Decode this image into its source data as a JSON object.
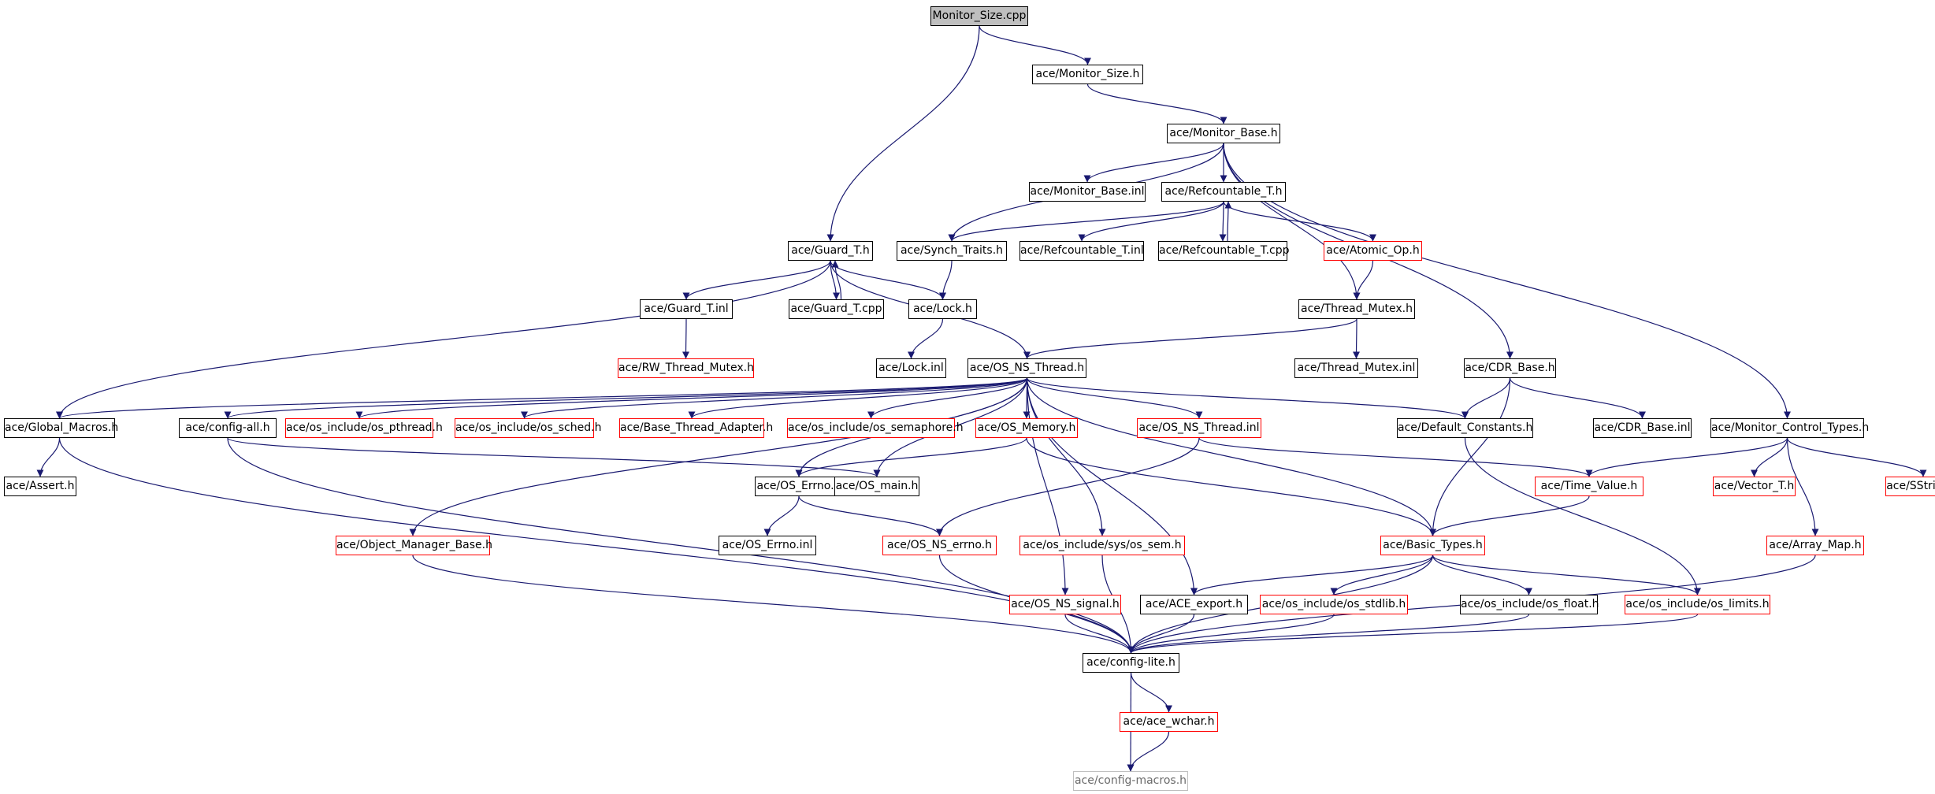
{
  "diagram": {
    "colors": {
      "edge": "#191970",
      "box_border": "#000000",
      "missing_border": "#ff0000",
      "root_fill": "#bfbfbf",
      "macro_border": "#bfbfbf"
    },
    "nodes": {
      "monitor_size_cpp": {
        "label": "Monitor_Size.cpp",
        "style": "root"
      },
      "monitor_size_h": {
        "label": "ace/Monitor_Size.h",
        "style": "normal"
      },
      "monitor_base_h": {
        "label": "ace/Monitor_Base.h",
        "style": "normal"
      },
      "monitor_base_inl": {
        "label": "ace/Monitor_Base.inl",
        "style": "normal"
      },
      "refcountable_t_h": {
        "label": "ace/Refcountable_T.h",
        "style": "normal"
      },
      "guard_t_h": {
        "label": "ace/Guard_T.h",
        "style": "normal"
      },
      "synch_traits_h": {
        "label": "ace/Synch_Traits.h",
        "style": "normal"
      },
      "refcountable_t_inl": {
        "label": "ace/Refcountable_T.inl",
        "style": "normal"
      },
      "refcountable_t_cpp": {
        "label": "ace/Refcountable_T.cpp",
        "style": "normal"
      },
      "atomic_op_h": {
        "label": "ace/Atomic_Op.h",
        "style": "missing"
      },
      "guard_t_inl": {
        "label": "ace/Guard_T.inl",
        "style": "normal"
      },
      "guard_t_cpp": {
        "label": "ace/Guard_T.cpp",
        "style": "normal"
      },
      "lock_h": {
        "label": "ace/Lock.h",
        "style": "normal"
      },
      "thread_mutex_h": {
        "label": "ace/Thread_Mutex.h",
        "style": "normal"
      },
      "rw_thread_mutex_h": {
        "label": "ace/RW_Thread_Mutex.h",
        "style": "missing"
      },
      "lock_inl": {
        "label": "ace/Lock.inl",
        "style": "normal"
      },
      "os_ns_thread_h": {
        "label": "ace/OS_NS_Thread.h",
        "style": "normal"
      },
      "thread_mutex_inl": {
        "label": "ace/Thread_Mutex.inl",
        "style": "normal"
      },
      "cdr_base_h": {
        "label": "ace/CDR_Base.h",
        "style": "normal"
      },
      "global_macros_h": {
        "label": "ace/Global_Macros.h",
        "style": "normal"
      },
      "config_all_h": {
        "label": "ace/config-all.h",
        "style": "normal"
      },
      "os_pthread_h": {
        "label": "ace/os_include/os_pthread.h",
        "style": "missing"
      },
      "os_sched_h": {
        "label": "ace/os_include/os_sched.h",
        "style": "missing"
      },
      "base_thread_adapter_h": {
        "label": "ace/Base_Thread_Adapter.h",
        "style": "missing"
      },
      "os_semaphore_h": {
        "label": "ace/os_include/os_semaphore.h",
        "style": "missing"
      },
      "os_memory_h": {
        "label": "ace/OS_Memory.h",
        "style": "missing"
      },
      "os_ns_thread_inl": {
        "label": "ace/OS_NS_Thread.inl",
        "style": "missing"
      },
      "default_constants_h": {
        "label": "ace/Default_Constants.h",
        "style": "normal"
      },
      "cdr_base_inl": {
        "label": "ace/CDR_Base.inl",
        "style": "normal"
      },
      "monitor_control_types_h": {
        "label": "ace/Monitor_Control_Types.h",
        "style": "normal"
      },
      "assert_h": {
        "label": "ace/Assert.h",
        "style": "normal"
      },
      "os_errno_h": {
        "label": "ace/OS_Errno.h",
        "style": "normal"
      },
      "os_main_h": {
        "label": "ace/OS_main.h",
        "style": "normal"
      },
      "time_value_h": {
        "label": "ace/Time_Value.h",
        "style": "missing"
      },
      "vector_t_h": {
        "label": "ace/Vector_T.h",
        "style": "missing"
      },
      "sstring_h": {
        "label": "ace/SString.h",
        "style": "missing"
      },
      "object_manager_base_h": {
        "label": "ace/Object_Manager_Base.h",
        "style": "missing"
      },
      "os_errno_inl": {
        "label": "ace/OS_Errno.inl",
        "style": "normal"
      },
      "os_ns_errno_h": {
        "label": "ace/OS_NS_errno.h",
        "style": "missing"
      },
      "os_sys_sem_h": {
        "label": "ace/os_include/sys/os_sem.h",
        "style": "missing"
      },
      "basic_types_h": {
        "label": "ace/Basic_Types.h",
        "style": "missing"
      },
      "array_map_h": {
        "label": "ace/Array_Map.h",
        "style": "missing"
      },
      "os_ns_signal_h": {
        "label": "ace/OS_NS_signal.h",
        "style": "missing"
      },
      "ace_export_h": {
        "label": "ace/ACE_export.h",
        "style": "normal"
      },
      "os_stdlib_h": {
        "label": "ace/os_include/os_stdlib.h",
        "style": "missing"
      },
      "os_float_h": {
        "label": "ace/os_include/os_float.h",
        "style": "normal"
      },
      "os_limits_h": {
        "label": "ace/os_include/os_limits.h",
        "style": "missing"
      },
      "config_lite_h": {
        "label": "ace/config-lite.h",
        "style": "normal"
      },
      "ace_wchar_h": {
        "label": "ace/ace_wchar.h",
        "style": "missing"
      },
      "config_macros_h": {
        "label": "ace/config-macros.h",
        "style": "macro"
      }
    },
    "edges": [
      [
        "monitor_size_cpp",
        "monitor_size_h"
      ],
      [
        "monitor_size_cpp",
        "guard_t_h"
      ],
      [
        "monitor_size_h",
        "monitor_base_h"
      ],
      [
        "monitor_base_h",
        "monitor_base_inl"
      ],
      [
        "monitor_base_h",
        "refcountable_t_h"
      ],
      [
        "monitor_base_h",
        "synch_traits_h"
      ],
      [
        "monitor_base_h",
        "thread_mutex_h"
      ],
      [
        "monitor_base_h",
        "cdr_base_h"
      ],
      [
        "monitor_base_h",
        "monitor_control_types_h"
      ],
      [
        "refcountable_t_h",
        "synch_traits_h"
      ],
      [
        "refcountable_t_h",
        "refcountable_t_inl"
      ],
      [
        "refcountable_t_h",
        "refcountable_t_cpp"
      ],
      [
        "refcountable_t_cpp",
        "refcountable_t_h"
      ],
      [
        "refcountable_t_h",
        "atomic_op_h"
      ],
      [
        "guard_t_h",
        "guard_t_inl"
      ],
      [
        "guard_t_h",
        "guard_t_cpp"
      ],
      [
        "guard_t_cpp",
        "guard_t_h"
      ],
      [
        "guard_t_h",
        "lock_h"
      ],
      [
        "guard_t_h",
        "os_ns_thread_h"
      ],
      [
        "guard_t_h",
        "global_macros_h"
      ],
      [
        "synch_traits_h",
        "lock_h"
      ],
      [
        "atomic_op_h",
        "thread_mutex_h"
      ],
      [
        "guard_t_inl",
        "rw_thread_mutex_h"
      ],
      [
        "lock_h",
        "lock_inl"
      ],
      [
        "thread_mutex_h",
        "os_ns_thread_h"
      ],
      [
        "thread_mutex_h",
        "thread_mutex_inl"
      ],
      [
        "cdr_base_h",
        "default_constants_h"
      ],
      [
        "cdr_base_h",
        "cdr_base_inl"
      ],
      [
        "cdr_base_h",
        "basic_types_h"
      ],
      [
        "os_ns_thread_h",
        "global_macros_h"
      ],
      [
        "os_ns_thread_h",
        "config_all_h"
      ],
      [
        "os_ns_thread_h",
        "os_pthread_h"
      ],
      [
        "os_ns_thread_h",
        "os_sched_h"
      ],
      [
        "os_ns_thread_h",
        "base_thread_adapter_h"
      ],
      [
        "os_ns_thread_h",
        "os_semaphore_h"
      ],
      [
        "os_ns_thread_h",
        "os_memory_h"
      ],
      [
        "os_ns_thread_h",
        "os_ns_thread_inl"
      ],
      [
        "os_ns_thread_h",
        "default_constants_h"
      ],
      [
        "os_ns_thread_h",
        "basic_types_h"
      ],
      [
        "os_ns_thread_h",
        "os_sys_sem_h"
      ],
      [
        "os_ns_thread_h",
        "os_ns_signal_h"
      ],
      [
        "os_ns_thread_h",
        "ace_export_h"
      ],
      [
        "os_ns_thread_h",
        "object_manager_base_h"
      ],
      [
        "os_ns_thread_h",
        "os_main_h"
      ],
      [
        "os_ns_thread_h",
        "os_errno_h"
      ],
      [
        "global_macros_h",
        "assert_h"
      ],
      [
        "global_macros_h",
        "config_lite_h"
      ],
      [
        "config_all_h",
        "config_lite_h"
      ],
      [
        "config_all_h",
        "os_main_h"
      ],
      [
        "os_memory_h",
        "os_errno_h"
      ],
      [
        "os_memory_h",
        "basic_types_h"
      ],
      [
        "os_ns_thread_inl",
        "os_ns_errno_h"
      ],
      [
        "os_ns_thread_inl",
        "time_value_h"
      ],
      [
        "default_constants_h",
        "os_limits_h"
      ],
      [
        "monitor_control_types_h",
        "time_value_h"
      ],
      [
        "monitor_control_types_h",
        "vector_t_h"
      ],
      [
        "monitor_control_types_h",
        "sstring_h"
      ],
      [
        "monitor_control_types_h",
        "array_map_h"
      ],
      [
        "os_errno_h",
        "os_errno_inl"
      ],
      [
        "os_errno_h",
        "os_ns_errno_h"
      ],
      [
        "time_value_h",
        "basic_types_h"
      ],
      [
        "object_manager_base_h",
        "config_lite_h"
      ],
      [
        "os_ns_errno_h",
        "config_lite_h"
      ],
      [
        "os_sys_sem_h",
        "config_lite_h"
      ],
      [
        "basic_types_h",
        "ace_export_h"
      ],
      [
        "basic_types_h",
        "os_stdlib_h"
      ],
      [
        "basic_types_h",
        "os_float_h"
      ],
      [
        "basic_types_h",
        "os_limits_h"
      ],
      [
        "basic_types_h",
        "config_lite_h"
      ],
      [
        "array_map_h",
        "config_lite_h"
      ],
      [
        "os_ns_signal_h",
        "config_lite_h"
      ],
      [
        "ace_export_h",
        "config_lite_h"
      ],
      [
        "os_stdlib_h",
        "config_lite_h"
      ],
      [
        "os_float_h",
        "config_lite_h"
      ],
      [
        "os_limits_h",
        "config_lite_h"
      ],
      [
        "config_lite_h",
        "ace_wchar_h"
      ],
      [
        "config_lite_h",
        "config_macros_h"
      ],
      [
        "ace_wchar_h",
        "config_macros_h"
      ]
    ]
  }
}
